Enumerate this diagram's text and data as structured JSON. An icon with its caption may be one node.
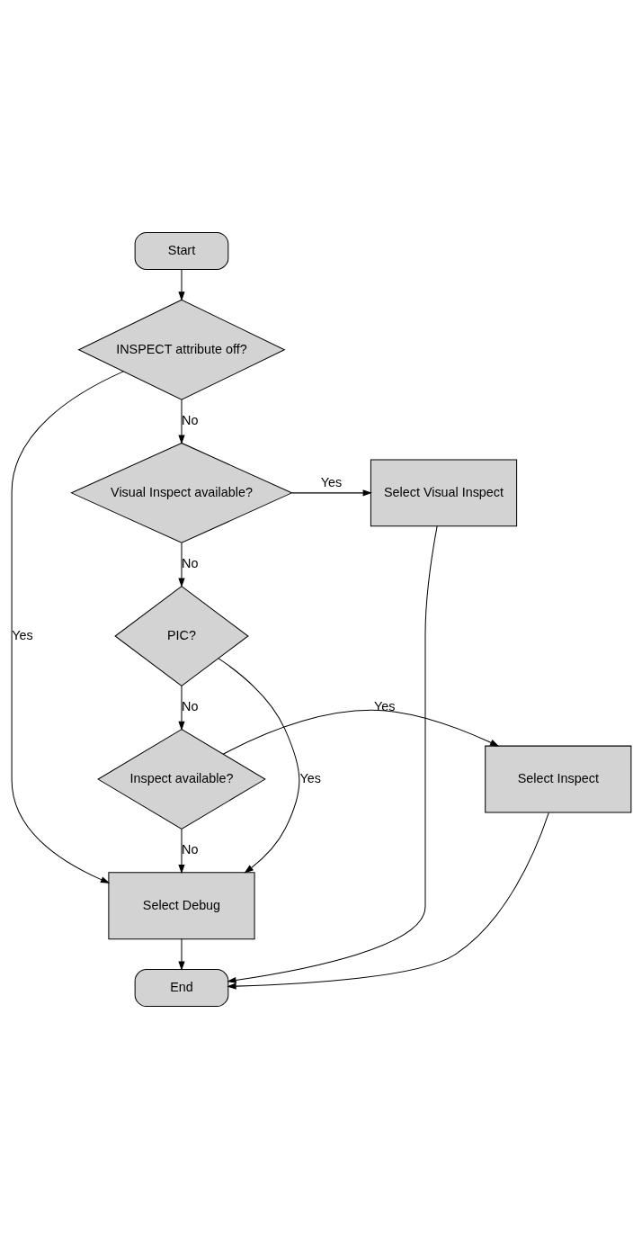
{
  "diagram": {
    "nodes": [
      {
        "text": [
          "Start"
        ]
      },
      {
        "text": [
          "INSPECT attribute off?"
        ]
      },
      {
        "text": [
          "Visual Inspect available?"
        ]
      },
      {
        "text": [
          "Select Visual Inspect"
        ]
      },
      {
        "text": [
          "PIC?"
        ]
      },
      {
        "text": [
          "Inspect available?"
        ]
      },
      {
        "text": [
          "Select Inspect"
        ]
      },
      {
        "text": [
          "Select Debug"
        ]
      },
      {
        "text": [
          "End"
        ]
      }
    ],
    "edges": [
      {
        "from": 0,
        "to": 1,
        "arrow": "to"
      },
      {
        "from": 1,
        "to": 7,
        "arrow": "to",
        "label": "Yes"
      },
      {
        "from": 1,
        "to": 2,
        "arrow": "to",
        "label": "No"
      },
      {
        "from": 2,
        "to": 3,
        "arrow": "to",
        "label": "Yes"
      },
      {
        "from": 2,
        "to": 4,
        "arrow": "to",
        "label": "No"
      },
      {
        "from": 4,
        "to": 7,
        "arrow": "to",
        "label": "Yes"
      },
      {
        "from": 4,
        "to": 5,
        "arrow": "to",
        "label": "No"
      },
      {
        "from": 5,
        "to": 6,
        "arrow": "to",
        "label": "Yes"
      },
      {
        "from": 5,
        "to": 7,
        "arrow": "to",
        "label": "No"
      },
      {
        "from": 3,
        "to": 8,
        "arrow": "to"
      },
      {
        "from": 6,
        "to": 8,
        "arrow": "to"
      },
      {
        "from": 7,
        "to": 8,
        "arrow": "to"
      }
    ]
  }
}
